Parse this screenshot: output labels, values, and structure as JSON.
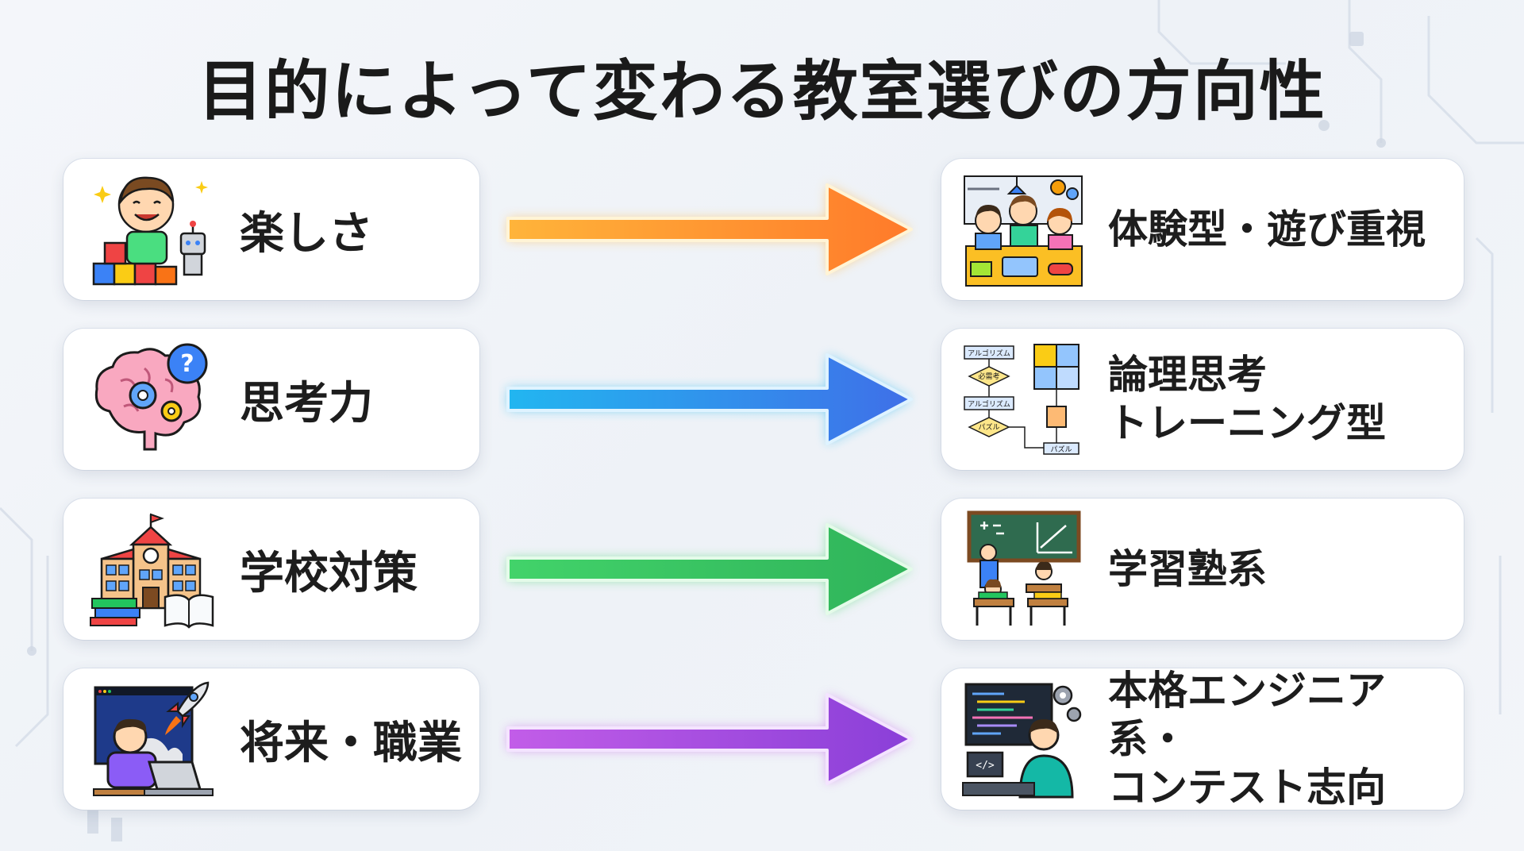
{
  "title": "目的によって変わる教室選びの方向性",
  "rows": [
    {
      "purpose": "楽しさ",
      "direction": "体験型・遊び重視",
      "purpose_icon": "child-playing-blocks-robot-icon",
      "direction_icon": "kids-hands-on-workshop-icon",
      "arrow_color_start": "#ffb43a",
      "arrow_color_end": "#ff7a2a"
    },
    {
      "purpose": "思考力",
      "direction": "論理思考\nトレーニング型",
      "purpose_icon": "brain-gears-question-icon",
      "direction_icon": "flowchart-puzzle-icon",
      "arrow_color_start": "#22b6f0",
      "arrow_color_end": "#3f6fe8",
      "flow_labels": [
        "アルゴリズム",
        "必需考",
        "アルゴリズム",
        "パズル",
        "パズル"
      ]
    },
    {
      "purpose": "学校対策",
      "direction": "学習塾系",
      "purpose_icon": "school-building-books-icon",
      "direction_icon": "classroom-blackboard-icon",
      "arrow_color_start": "#42d36a",
      "arrow_color_end": "#2fb35a"
    },
    {
      "purpose": "将来・職業",
      "direction": "本格エンジニア系・\nコンテスト志向",
      "purpose_icon": "programmer-laptop-rocket-icon",
      "direction_icon": "engineer-code-monitor-icon",
      "arrow_color_start": "#c25de8",
      "arrow_color_end": "#8a3fd8"
    }
  ]
}
